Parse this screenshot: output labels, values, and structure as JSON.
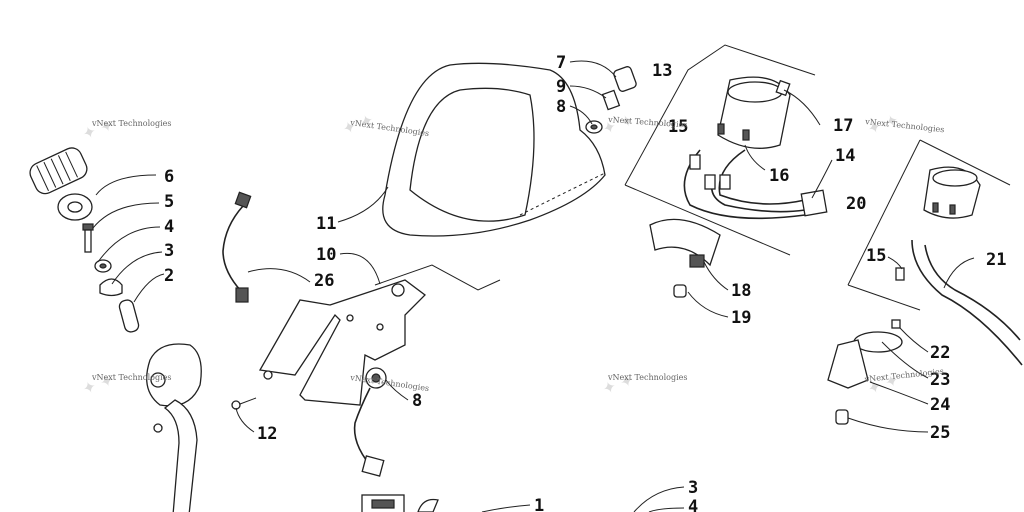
{
  "callouts": [
    "7",
    "9",
    "8",
    "13",
    "15",
    "17",
    "16",
    "14",
    "6",
    "5",
    "4",
    "3",
    "2",
    "11",
    "10",
    "26",
    "20",
    "15",
    "21",
    "18",
    "19",
    "22",
    "23",
    "24",
    "25",
    "8",
    "12",
    "1",
    "3",
    "4"
  ],
  "watermark": "vNext Technologies"
}
